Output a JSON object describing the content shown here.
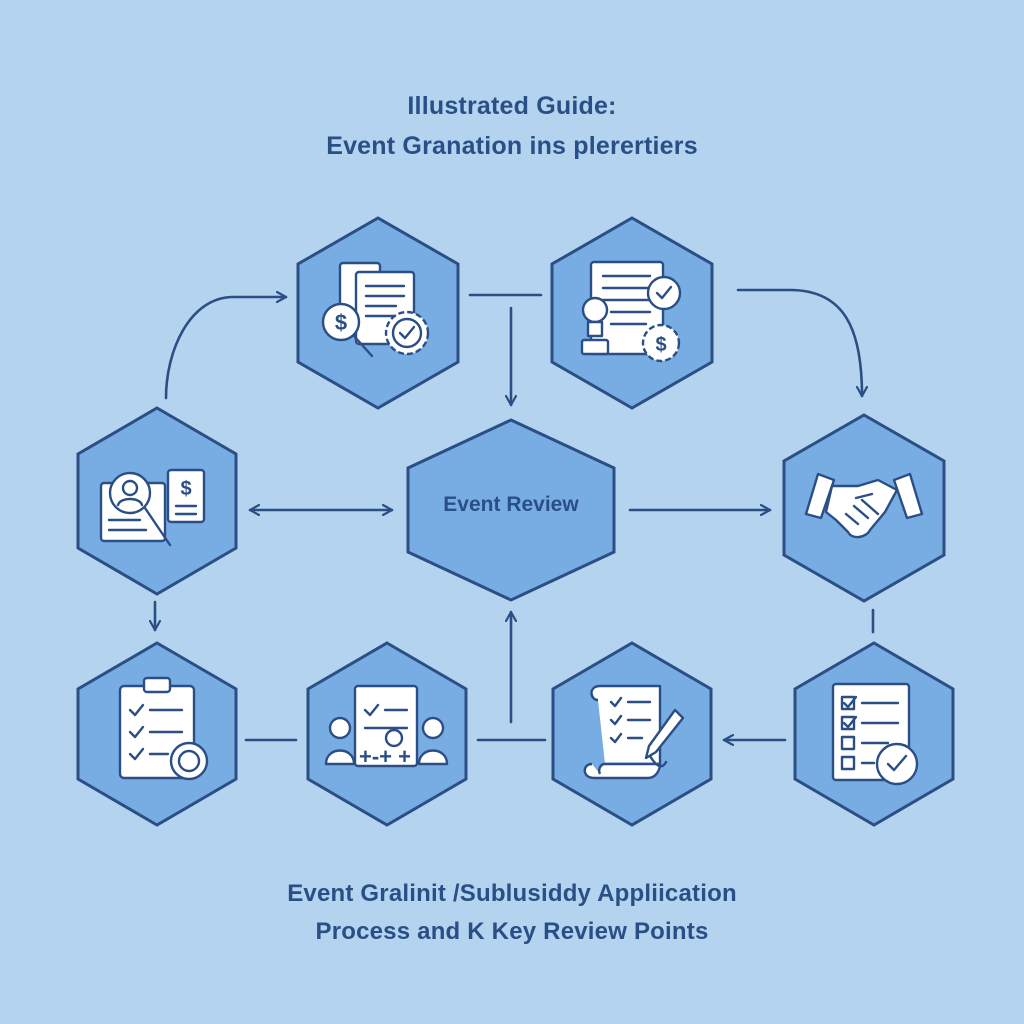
{
  "header": {
    "title_line1": "Illustrated Guide:",
    "title_line2": "Event Granation ins plerertiers"
  },
  "center_node": {
    "label": "Event Review"
  },
  "footer": {
    "line1": "Event Gralinit /Sublusiddy Appliication",
    "line2": "Process and K Key Review Points"
  },
  "nodes": [
    {
      "id": "top-left",
      "icon": "document-dollar-gear-icon"
    },
    {
      "id": "top-right",
      "icon": "document-lightbulb-gear-icon"
    },
    {
      "id": "middle-left",
      "icon": "applicant-search-dollar-icon"
    },
    {
      "id": "middle-right",
      "icon": "handshake-icon"
    },
    {
      "id": "bottom-1",
      "icon": "clipboard-checklist-icon"
    },
    {
      "id": "bottom-2",
      "icon": "team-calculation-icon"
    },
    {
      "id": "bottom-3",
      "icon": "scroll-pen-icon"
    },
    {
      "id": "bottom-4",
      "icon": "checklist-approval-icon"
    }
  ],
  "colors": {
    "background": "#b3d3ee",
    "hexagon_fill": "#78ade4",
    "outline": "#2b4f85",
    "text": "#294f86"
  }
}
